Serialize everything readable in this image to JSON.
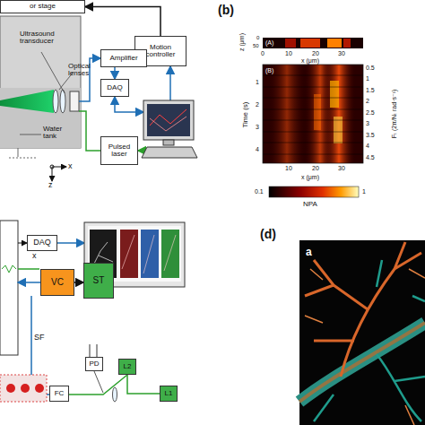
{
  "diagram": {
    "nodes": [
      {
        "text": [
          "or stage"
        ]
      },
      {
        "text": [
          "Motion controller"
        ]
      },
      {
        "text": [
          "Amplifier"
        ]
      },
      {
        "text": [
          "DAQ"
        ]
      },
      {
        "text": [
          "Pulsed laser"
        ]
      },
      {
        "text": [
          "DAQ"
        ]
      },
      {
        "text": [
          "VC"
        ]
      },
      {
        "text": [
          "ST"
        ]
      },
      {
        "text": [
          "PD"
        ]
      },
      {
        "text": [
          "L2"
        ]
      },
      {
        "text": [
          "L1"
        ]
      },
      {
        "text": [
          "FC"
        ]
      }
    ],
    "edges": [
      {
        "from": 1,
        "to": 0,
        "arrow": "to"
      },
      {
        "from": 2,
        "to": 3,
        "arrow": "to"
      },
      {
        "from": 6,
        "to": 7,
        "arrow": "to"
      },
      {
        "from": 9,
        "to": 10,
        "arrow": "none"
      }
    ],
    "labels": [
      "Ultrasound transducer",
      "Optical lenses",
      "Water tank",
      "x",
      "z",
      "(b)",
      "z (μm)",
      "0",
      "50",
      "0",
      "10",
      "20",
      "30",
      "x (μm)",
      "(A)",
      "(B)",
      "Time (s)",
      "1",
      "2",
      "3",
      "4",
      "0.5",
      "1",
      "1.5",
      "2",
      "2.5",
      "3",
      "3.5",
      "4",
      "4.5",
      "Fₜ (2π/Nₜ rad·s⁻¹)",
      "10",
      "20",
      "30",
      "x (μm)",
      "0.1",
      "1",
      "NPA",
      "x",
      "SF",
      "(d)",
      "a"
    ]
  }
}
